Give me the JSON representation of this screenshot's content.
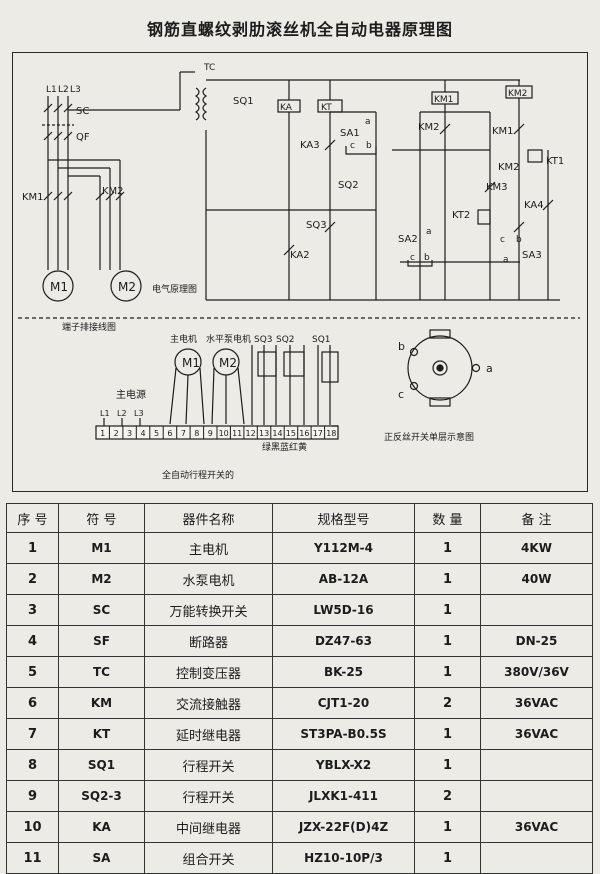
{
  "title": "钢筋直螺纹剥肋滚丝机全自动电器原理图",
  "diagram": {
    "power_labels": [
      "L1",
      "L2",
      "L3"
    ],
    "sc": "SC",
    "qf": "QF",
    "tc": "TC",
    "km1_main": "KM1",
    "km2_main": "KM2",
    "motor1": "M1",
    "motor2": "M2",
    "schematic_caption": "电气原理图",
    "coil_ka": "KA",
    "coil_kt": "KT",
    "coil_km1": "KM1",
    "coil_km2": "KM2",
    "sq1": "SQ1",
    "ka3": "KA3",
    "sa1": "SA1",
    "sq2": "SQ2",
    "sq3": "SQ3",
    "ka2": "KA2",
    "sa2": "SA2",
    "km2_contact": "KM2",
    "km1_contact": "KM1",
    "km2_kt1": "KM2",
    "kt1": "KT1",
    "km3": "KM3",
    "kt2": "KT2",
    "ka4": "KA4",
    "sa3": "SA3",
    "letter_a": "a",
    "letter_b": "b",
    "letter_c": "c",
    "terminal_caption": "端子排接线图",
    "main_motor_label": "主电机",
    "pump_motor_label": "水平泵电机",
    "sq3_label": "SQ3",
    "sq2_label": "SQ2",
    "sq1_label": "SQ1",
    "main_power_label": "主电源",
    "terminal_numbers": [
      "1",
      "2",
      "3",
      "4",
      "5",
      "6",
      "7",
      "8",
      "9",
      "10",
      "11",
      "12",
      "13",
      "14",
      "15",
      "16",
      "17",
      "18"
    ],
    "wire_colors": "绿黑蓝红黄",
    "limit_switch_caption": "全自动行程开关的",
    "switch_caption": "正反丝开关单层示意图"
  },
  "table": {
    "headers": [
      "序 号",
      "符 号",
      "器件名称",
      "规格型号",
      "数 量",
      "备 注"
    ],
    "rows": [
      {
        "no": "1",
        "code": "M1",
        "name": "主电机",
        "model": "Y112M-4",
        "qty": "1",
        "note": "4KW"
      },
      {
        "no": "2",
        "code": "M2",
        "name": "水泵电机",
        "model": "AB-12A",
        "qty": "1",
        "note": "40W"
      },
      {
        "no": "3",
        "code": "SC",
        "name": "万能转换开关",
        "model": "LW5D-16",
        "qty": "1",
        "note": ""
      },
      {
        "no": "4",
        "code": "SF",
        "name": "断路器",
        "model": "DZ47-63",
        "qty": "1",
        "note": "DN-25"
      },
      {
        "no": "5",
        "code": "TC",
        "name": "控制变压器",
        "model": "BK-25",
        "qty": "1",
        "note": "380V/36V"
      },
      {
        "no": "6",
        "code": "KM",
        "name": "交流接触器",
        "model": "CJT1-20",
        "qty": "2",
        "note": "36VAC"
      },
      {
        "no": "7",
        "code": "KT",
        "name": "延时继电器",
        "model": "ST3PA-B0.5S",
        "qty": "1",
        "note": "36VAC"
      },
      {
        "no": "8",
        "code": "SQ1",
        "name": "行程开关",
        "model": "YBLX-X2",
        "qty": "1",
        "note": ""
      },
      {
        "no": "9",
        "code": "SQ2-3",
        "name": "行程开关",
        "model": "JLXK1-411",
        "qty": "2",
        "note": ""
      },
      {
        "no": "10",
        "code": "KA",
        "name": "中间继电器",
        "model": "JZX-22F(D)4Z",
        "qty": "1",
        "note": "36VAC"
      },
      {
        "no": "11",
        "code": "SA",
        "name": "组合开关",
        "model": "HZ10-10P/3",
        "qty": "1",
        "note": ""
      }
    ]
  }
}
